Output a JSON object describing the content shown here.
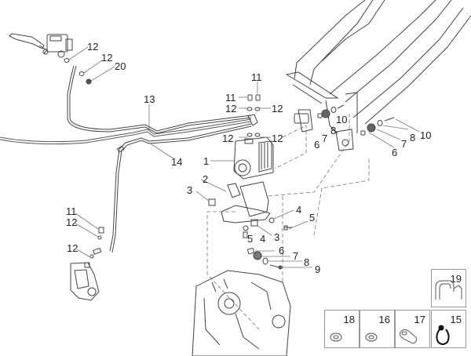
{
  "diagram": {
    "title_visible": false,
    "part_labels": [
      {
        "id": "lbl-12-a",
        "text": "12"
      },
      {
        "id": "lbl-12-b",
        "text": "12"
      },
      {
        "id": "lbl-20",
        "text": "20"
      },
      {
        "id": "lbl-13",
        "text": "13"
      },
      {
        "id": "lbl-14",
        "text": "14"
      },
      {
        "id": "lbl-11-top",
        "text": "11"
      },
      {
        "id": "lbl-11-left",
        "text": "11"
      },
      {
        "id": "lbl-12-c",
        "text": "12"
      },
      {
        "id": "lbl-12-d",
        "text": "12"
      },
      {
        "id": "lbl-12-e",
        "text": "12"
      },
      {
        "id": "lbl-12-f",
        "text": "12"
      },
      {
        "id": "lbl-1",
        "text": "1"
      },
      {
        "id": "lbl-2",
        "text": "2"
      },
      {
        "id": "lbl-3-left",
        "text": "3"
      },
      {
        "id": "lbl-3-right",
        "text": "3"
      },
      {
        "id": "lbl-4-right",
        "text": "4"
      },
      {
        "id": "lbl-4-bottom",
        "text": "4"
      },
      {
        "id": "lbl-5-right",
        "text": "5"
      },
      {
        "id": "lbl-5-bottom",
        "text": "5"
      },
      {
        "id": "lbl-6-low",
        "text": "6"
      },
      {
        "id": "lbl-7-low",
        "text": "7"
      },
      {
        "id": "lbl-8-low",
        "text": "8"
      },
      {
        "id": "lbl-9",
        "text": "9"
      },
      {
        "id": "lbl-6-frameL",
        "text": "6"
      },
      {
        "id": "lbl-7-frameL",
        "text": "7"
      },
      {
        "id": "lbl-8-frameL",
        "text": "8"
      },
      {
        "id": "lbl-10-frameL",
        "text": "10"
      },
      {
        "id": "lbl-6-frameR",
        "text": "6"
      },
      {
        "id": "lbl-7-frameR",
        "text": "7"
      },
      {
        "id": "lbl-8-frameR",
        "text": "8"
      },
      {
        "id": "lbl-10-frameR",
        "text": "10"
      },
      {
        "id": "lbl-11-caliper",
        "text": "11"
      },
      {
        "id": "lbl-12-caliper-a",
        "text": "12"
      },
      {
        "id": "lbl-12-caliper-b",
        "text": "12"
      }
    ],
    "inset_boxes": [
      {
        "number": "19",
        "part": "hose-clip"
      },
      {
        "number": "18",
        "part": "grommet"
      },
      {
        "number": "16",
        "part": "grommet"
      },
      {
        "number": "17",
        "part": "cable-clamp"
      },
      {
        "number": "15",
        "part": "cable-tie"
      }
    ]
  }
}
